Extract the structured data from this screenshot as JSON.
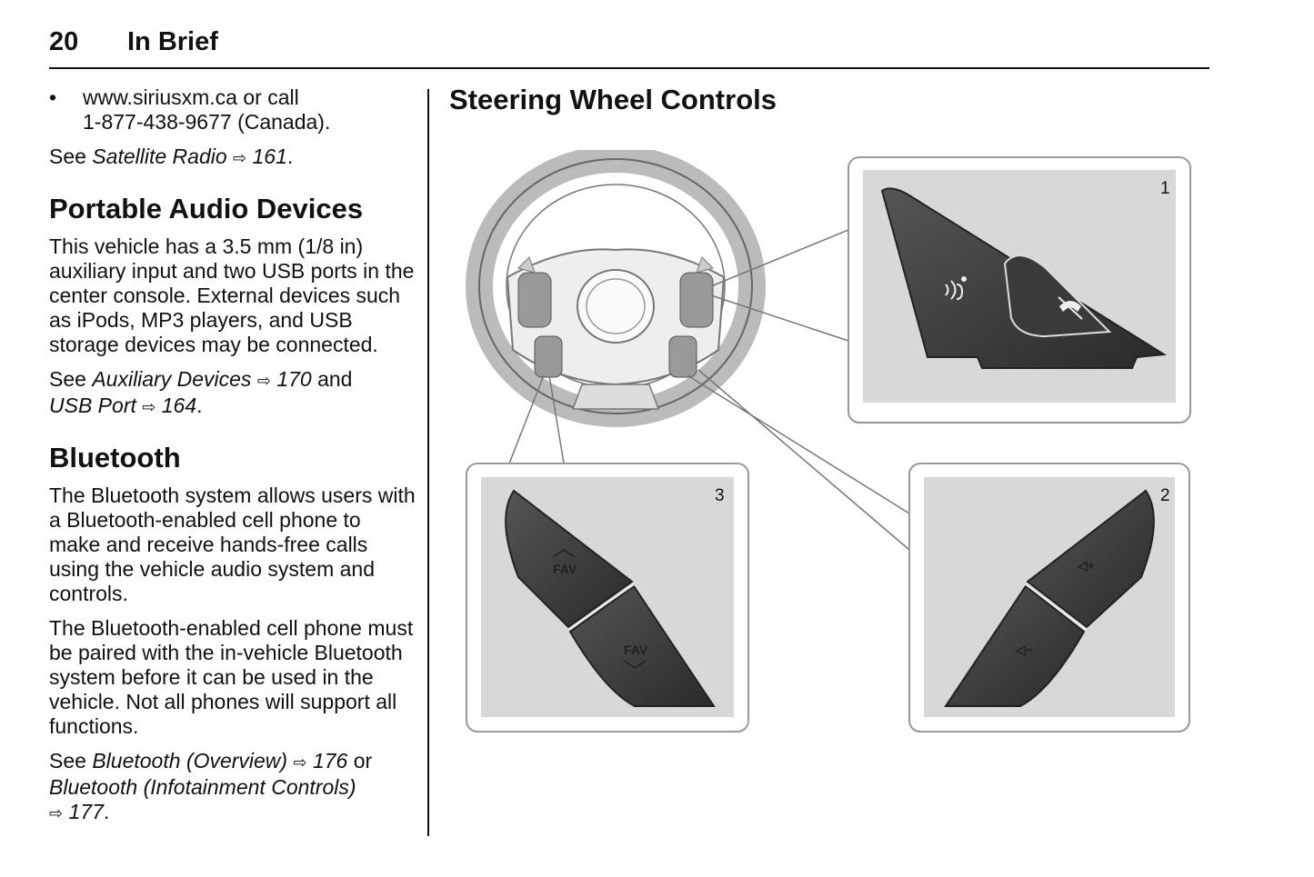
{
  "header": {
    "page_number": "20",
    "section": "In Brief"
  },
  "left": {
    "bullet_symbol": "•",
    "bullet_line1": "www.siriusxm.ca or call",
    "bullet_line2": "1-877-438-9677 (Canada).",
    "sat_see": "See ",
    "sat_ref": "Satellite Radio",
    "sat_page": "161",
    "sat_end": ".",
    "pad_heading": "Portable Audio Devices",
    "pad_body": "This vehicle has a 3.5 mm (1/8 in) auxiliary input and two USB ports in the center console. External devices such as iPods, MP3 players, and USB storage devices may be connected.",
    "aux_see": "See ",
    "aux_ref": "Auxiliary Devices",
    "aux_page": "170",
    "aux_and": " and",
    "usb_ref": "USB Port",
    "usb_page": "164",
    "usb_end": ".",
    "bt_heading": "Bluetooth",
    "bt_body1": "The Bluetooth system allows users with a Bluetooth-enabled cell phone to make and receive hands-free calls using the vehicle audio system and controls.",
    "bt_body2": "The Bluetooth-enabled cell phone must be paired with the in-vehicle Bluetooth system before it can be used in the vehicle. Not all phones will support all functions.",
    "bt_see": "See ",
    "bt_ref1": "Bluetooth (Overview)",
    "bt_page1": "176",
    "bt_or": " or",
    "bt_ref2": "Bluetooth (Infotainment Controls)",
    "bt_page2": "177",
    "bt_end": "."
  },
  "right": {
    "heading": "Steering Wheel Controls",
    "arrow_symbol": "⇨",
    "callout1": "1",
    "callout2": "2",
    "callout3": "3",
    "fav_up_label": "FAV",
    "fav_down_label": "FAV",
    "vol_up_label": "◁+",
    "vol_down_label": "◁−"
  }
}
